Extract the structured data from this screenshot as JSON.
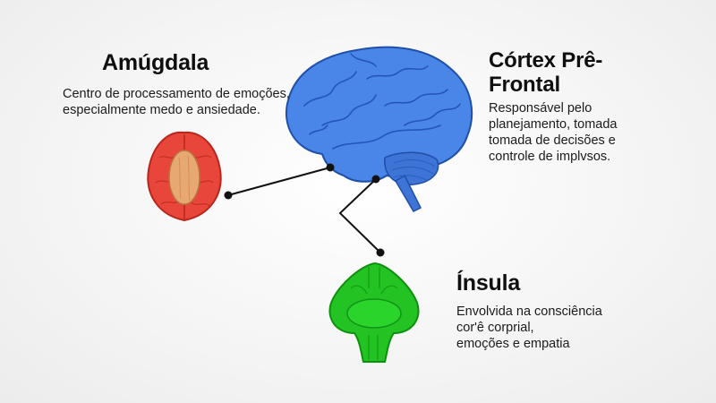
{
  "regions": {
    "amygdala": {
      "title": "Amúgdala",
      "description_lines": [
        "Centro de processamento de emoções,",
        "especialmente medo e ansiedade."
      ],
      "color": "#e03a2f",
      "icon": "amygdala-icon"
    },
    "prefrontal_cortex": {
      "title_lines": [
        "Córtex Prê-",
        "Frontal"
      ],
      "description_lines": [
        "Responsável pelo",
        "planejamento, tomada",
        "tomada de decisões e",
        "controle de implvsos."
      ],
      "color": "#3f7fe0",
      "icon": "brain-icon"
    },
    "insula": {
      "title": "Ínsula",
      "description_lines": [
        "Envolvida na consciência",
        "cor'ê corprial,",
        "emoções e empatia"
      ],
      "color": "#1fc41f",
      "icon": "insula-icon"
    }
  },
  "colors": {
    "background": "#f2f2f2",
    "text": "#141414",
    "connector": "#111111"
  }
}
